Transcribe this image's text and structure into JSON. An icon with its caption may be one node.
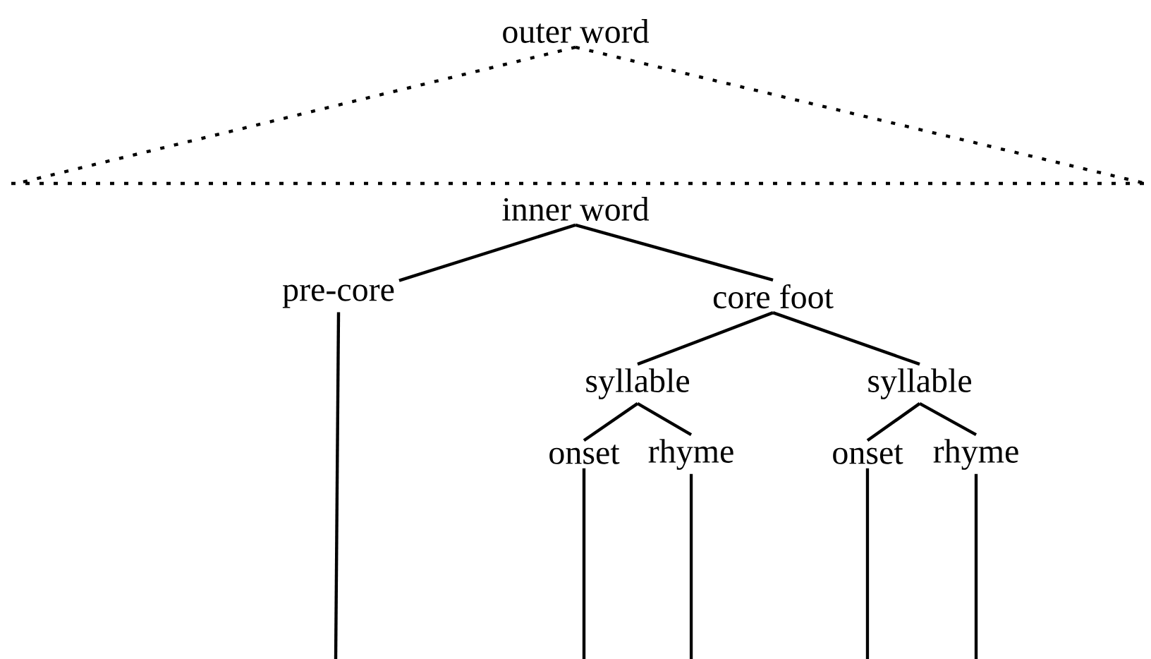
{
  "diagram": {
    "nodes": [
      {
        "text": [
          "outer word"
        ]
      },
      {
        "text": [
          "inner word"
        ]
      },
      {
        "text": [
          "pre-core"
        ]
      },
      {
        "text": [
          "core foot"
        ]
      },
      {
        "text": [
          "syllable"
        ]
      },
      {
        "text": [
          "syllable"
        ]
      },
      {
        "text": [
          "onset"
        ]
      },
      {
        "text": [
          "rhyme"
        ]
      },
      {
        "text": [
          "onset"
        ]
      },
      {
        "text": [
          "rhyme"
        ]
      }
    ],
    "edges": [
      {
        "from": 0,
        "to": null,
        "arrow": "none",
        "style": "dashed"
      },
      {
        "from": 0,
        "to": null,
        "arrow": "none",
        "style": "dashed"
      },
      {
        "from": 1,
        "to": 2,
        "arrow": "none"
      },
      {
        "from": 1,
        "to": 3,
        "arrow": "none"
      },
      {
        "from": 2,
        "to": null,
        "arrow": "none"
      },
      {
        "from": 3,
        "to": 4,
        "arrow": "none"
      },
      {
        "from": 3,
        "to": 5,
        "arrow": "none"
      },
      {
        "from": 4,
        "to": 6,
        "arrow": "none"
      },
      {
        "from": 4,
        "to": 7,
        "arrow": "none"
      },
      {
        "from": 5,
        "to": 8,
        "arrow": "none"
      },
      {
        "from": 5,
        "to": 9,
        "arrow": "none"
      },
      {
        "from": 6,
        "to": null,
        "arrow": "none"
      },
      {
        "from": 7,
        "to": null,
        "arrow": "none"
      },
      {
        "from": 8,
        "to": null,
        "arrow": "none"
      },
      {
        "from": 9,
        "to": null,
        "arrow": "none"
      }
    ]
  }
}
